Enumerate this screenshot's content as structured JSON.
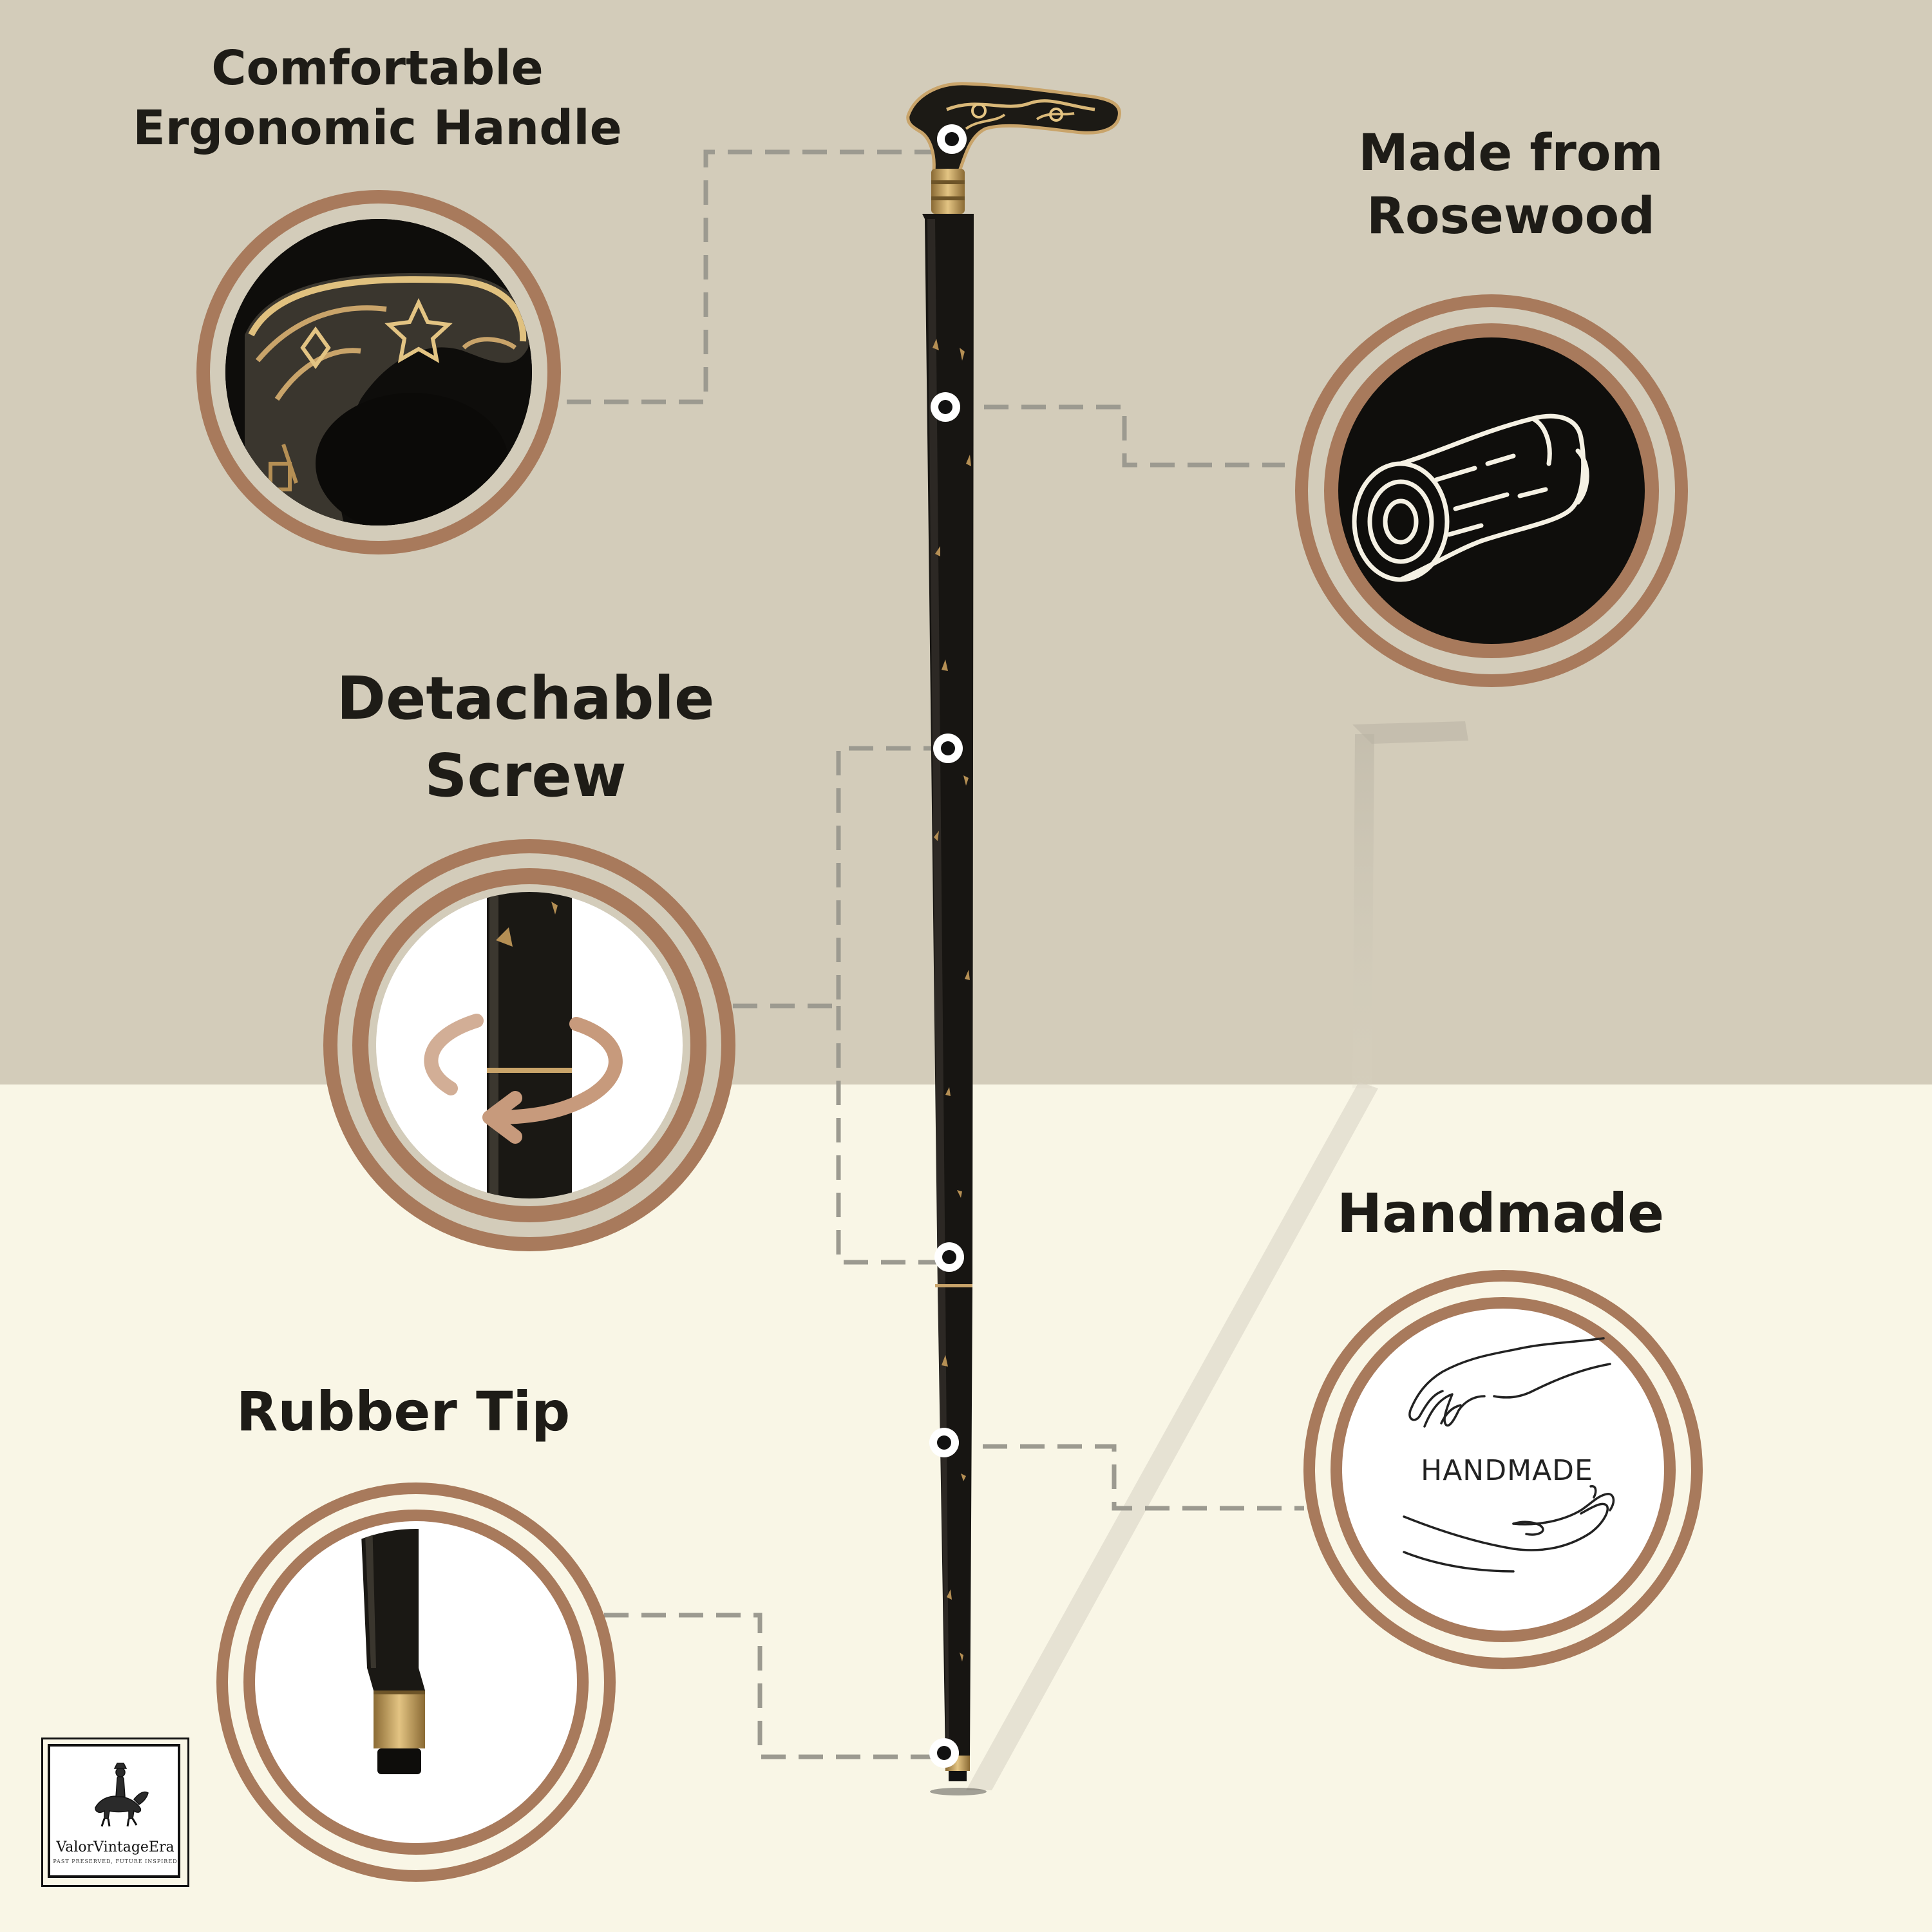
{
  "colors": {
    "background_top": "#d3ccba",
    "background_bottom": "#f9f6e6",
    "accent_ring": "#a87a5c",
    "cane_wood": "#1a1814",
    "brass": "#c9a46a",
    "connector_line": "#9c9a90",
    "title_text": "#1e1c17"
  },
  "features": {
    "handle": {
      "title": "Comfortable\nErgonomic Handle",
      "image": "engraved-brass-handle-closeup"
    },
    "rosewood": {
      "title": "Made from\nRosewood",
      "icon": "wood-log-icon"
    },
    "screw": {
      "title": "Detachable\nScrew",
      "image": "screw-joint-closeup",
      "icon": "rotate-arrow-icon"
    },
    "handmade": {
      "title": "Handmade",
      "icon_text": "HANDMADE",
      "icon": "hands-icon"
    },
    "tip": {
      "title": "Rubber Tip",
      "image": "rubber-tip-closeup"
    }
  },
  "brand": {
    "name": "ValorVintageEra",
    "tagline": "PAST PRESERVED, FUTURE INSPIRED",
    "icon": "equestrian-knight-logo"
  }
}
